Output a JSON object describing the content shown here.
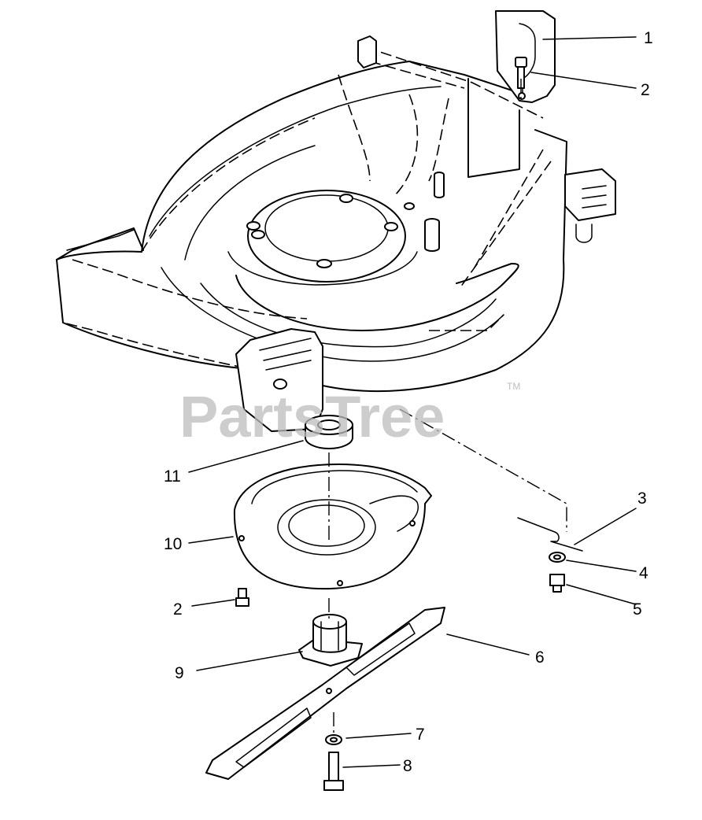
{
  "watermark": {
    "text": "PartsTree",
    "trademark": "TM"
  },
  "callouts": [
    {
      "id": "callout-1",
      "label": "1"
    },
    {
      "id": "callout-2a",
      "label": "2"
    },
    {
      "id": "callout-3",
      "label": "3"
    },
    {
      "id": "callout-4",
      "label": "4"
    },
    {
      "id": "callout-5",
      "label": "5"
    },
    {
      "id": "callout-6",
      "label": "6"
    },
    {
      "id": "callout-7",
      "label": "7"
    },
    {
      "id": "callout-8",
      "label": "8"
    },
    {
      "id": "callout-9",
      "label": "9"
    },
    {
      "id": "callout-2b",
      "label": "2"
    },
    {
      "id": "callout-10",
      "label": "10"
    },
    {
      "id": "callout-11",
      "label": "11"
    }
  ]
}
